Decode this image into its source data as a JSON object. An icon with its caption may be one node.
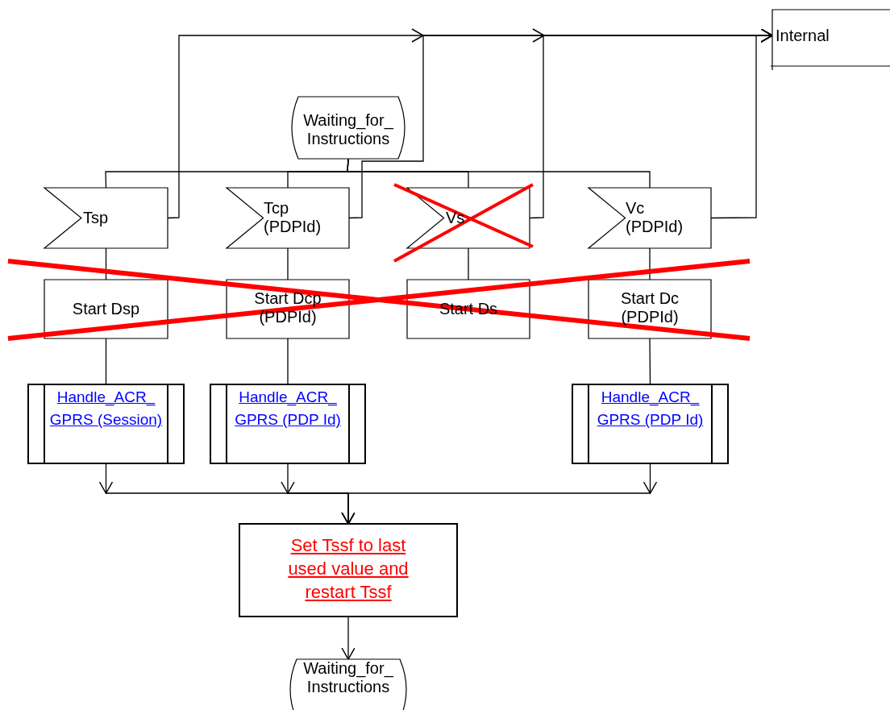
{
  "diagram": {
    "nodes": [
      {
        "text": [
          "Waiting_for_ Instructions"
        ]
      },
      {
        "text": [
          "Tsp"
        ]
      },
      {
        "text": [
          "Tcp (PDPId)"
        ]
      },
      {
        "text": [
          "Vs"
        ]
      },
      {
        "text": [
          "Vc (PDPId)"
        ]
      },
      {
        "text": [
          "Start Dsp"
        ]
      },
      {
        "text": [
          "Start Dcp (PDPId)"
        ]
      },
      {
        "text": [
          "Start Ds"
        ]
      },
      {
        "text": [
          "Start Dc (PDPId)"
        ]
      },
      {
        "text": [
          "Handle_ACR_ GPRS (Session)"
        ]
      },
      {
        "text": [
          "Handle_ACR_ GPRS (PDP Id)"
        ]
      },
      {
        "text": [
          "Handle_ACR_ GPRS (PDP Id)"
        ]
      },
      {
        "text": [
          "Set Tssf to last used value and restart Tssf"
        ]
      },
      {
        "text": [
          "Waiting_for_ Instructions"
        ]
      },
      {
        "text": [
          "Internal"
        ]
      }
    ],
    "edges": [
      {
        "from": 0,
        "to": 1,
        "arrow": "none"
      },
      {
        "from": 0,
        "to": 2,
        "arrow": "none"
      },
      {
        "from": 0,
        "to": 3,
        "arrow": "none"
      },
      {
        "from": 0,
        "to": 4,
        "arrow": "none"
      },
      {
        "from": 1,
        "to": 5,
        "arrow": "none"
      },
      {
        "from": 2,
        "to": 6,
        "arrow": "none"
      },
      {
        "from": 3,
        "to": 7,
        "arrow": "none"
      },
      {
        "from": 4,
        "to": 8,
        "arrow": "none"
      },
      {
        "from": 5,
        "to": 9,
        "arrow": "none"
      },
      {
        "from": 6,
        "to": 10,
        "arrow": "none"
      },
      {
        "from": 8,
        "to": 11,
        "arrow": "none"
      },
      {
        "from": 9,
        "to": 12,
        "arrow": "to"
      },
      {
        "from": 10,
        "to": 12,
        "arrow": "to"
      },
      {
        "from": 11,
        "to": 12,
        "arrow": "to"
      },
      {
        "from": 12,
        "to": 13,
        "arrow": "to"
      },
      {
        "from": 1,
        "to": 14,
        "arrow": "to"
      },
      {
        "from": 2,
        "to": 14,
        "arrow": "to"
      },
      {
        "from": 3,
        "to": 14,
        "arrow": "to"
      },
      {
        "from": 4,
        "to": 14,
        "arrow": "to"
      }
    ]
  }
}
